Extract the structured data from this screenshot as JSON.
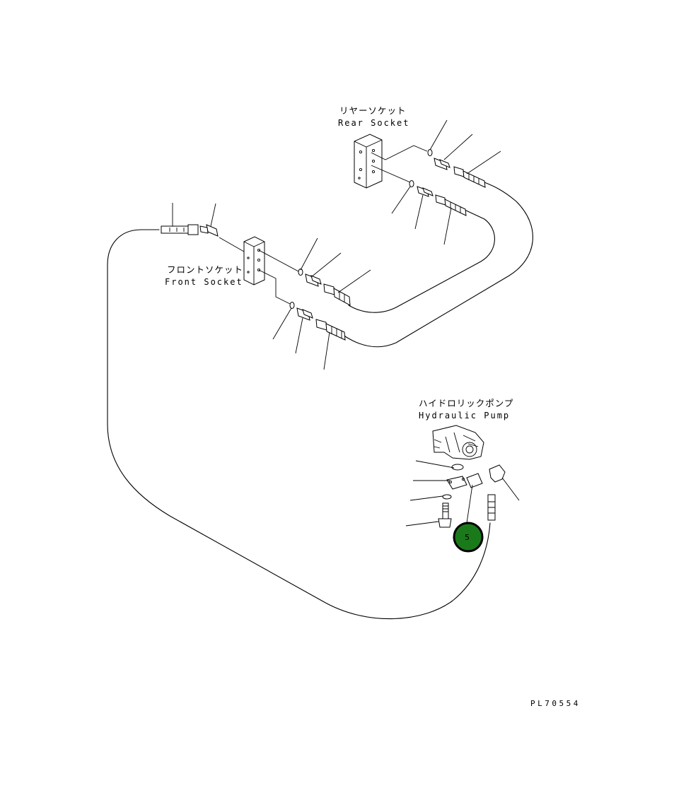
{
  "labels": {
    "rear_socket_jp": "リヤーソケット",
    "rear_socket_en": "Rear Socket",
    "front_socket_jp": "フロントソケット",
    "front_socket_en": "Front Socket",
    "pump_jp": "ハイドロリックポンプ",
    "pump_en": "Hydraulic Pump"
  },
  "callout": {
    "number": "5",
    "color": "#1a7a1a"
  },
  "drawing_code": "PL70554"
}
